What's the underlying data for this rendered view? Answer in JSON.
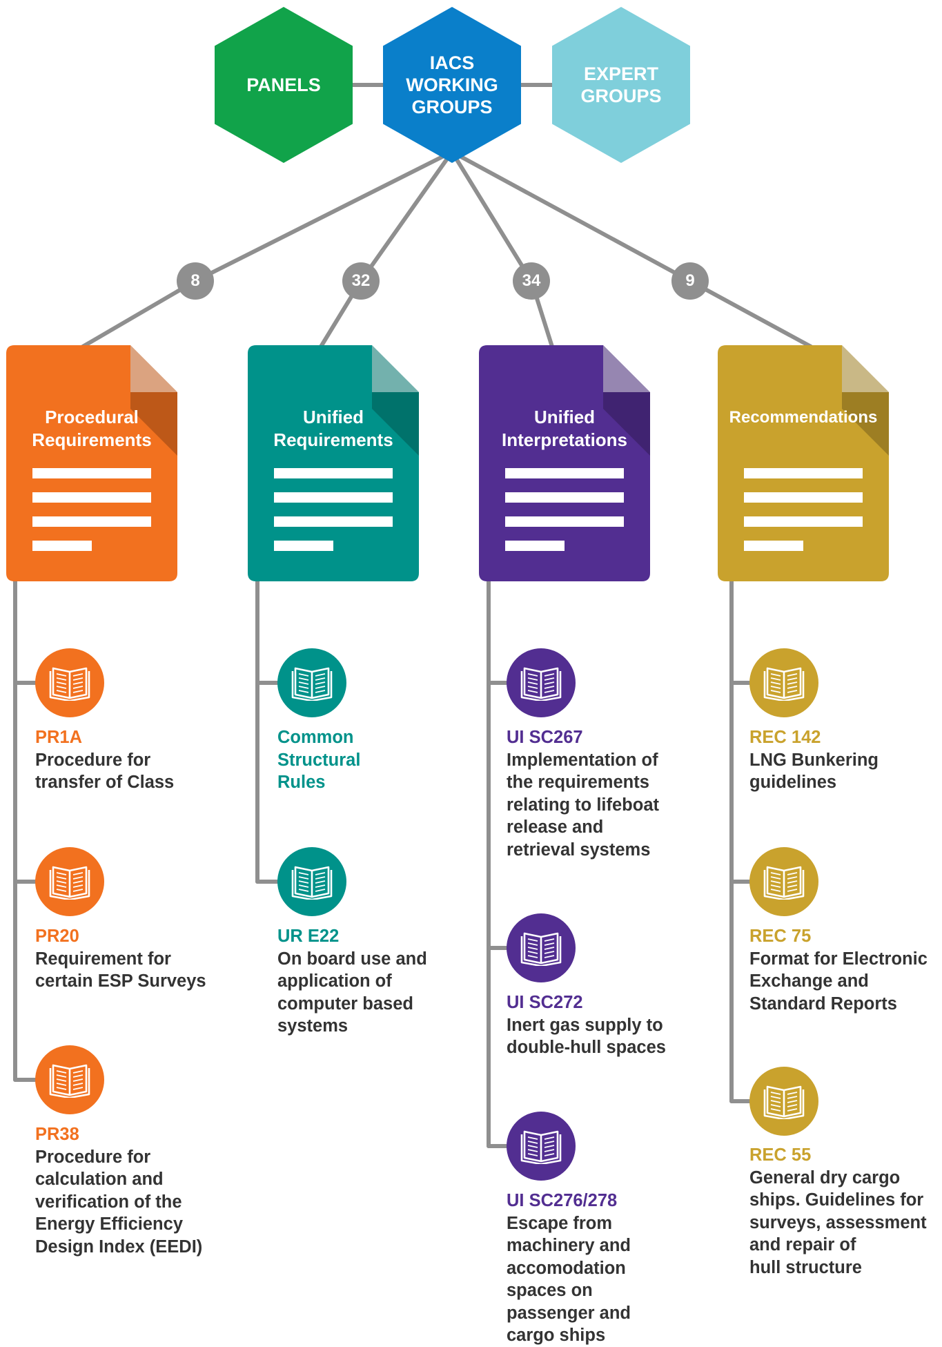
{
  "colors": {
    "panels": "#11a34a",
    "working_groups": "#0a7fca",
    "expert_groups": "#7fcfdb",
    "connector": "#8f8f8f",
    "procedural": "#f2711f",
    "unified_req": "#00928a",
    "unified_int": "#522e91",
    "recommendations": "#c9a22d"
  },
  "header": {
    "panels": "PANELS",
    "working_groups": "IACS\nWORKING\nGROUPS",
    "expert_groups": "EXPERT\nGROUPS"
  },
  "columns": [
    {
      "count": "8",
      "title": "Procedural\nRequirements",
      "icon": "open-book-icon",
      "items": [
        {
          "code": "PR1A",
          "desc": "Procedure for\ntransfer of Class"
        },
        {
          "code": "PR20",
          "desc": "Requirement for\ncertain ESP Surveys"
        },
        {
          "code": "PR38",
          "desc": "Procedure for\ncalculation and\nverification of the\nEnergy Efficiency\nDesign Index (EEDI)"
        }
      ]
    },
    {
      "count": "32",
      "title": "Unified\nRequirements",
      "icon": "open-book-icon",
      "items": [
        {
          "code": "Common\nStructural\nRules",
          "desc": ""
        },
        {
          "code": "UR E22",
          "desc": "On board use and\napplication of\ncomputer based\nsystems"
        }
      ]
    },
    {
      "count": "34",
      "title": "Unified\nInterpretations",
      "icon": "open-book-icon",
      "items": [
        {
          "code": "UI SC267",
          "desc": "Implementation of\nthe requirements\nrelating to lifeboat\nrelease and\nretrieval systems"
        },
        {
          "code": "UI SC272",
          "desc": "Inert gas supply to\ndouble-hull spaces"
        },
        {
          "code": "UI SC276/278",
          "desc": "Escape from\nmachinery and\naccomodation\nspaces on\npassenger and\ncargo ships"
        }
      ]
    },
    {
      "count": "9",
      "title": "Recommendations",
      "icon": "open-book-icon",
      "items": [
        {
          "code": "REC 142",
          "desc": "LNG Bunkering\nguidelines"
        },
        {
          "code": "REC 75",
          "desc": "Format for Electronic\nExchange and\nStandard Reports"
        },
        {
          "code": "REC 55",
          "desc": "General dry cargo\nships. Guidelines for\nsurveys, assessment\nand repair of\nhull structure"
        }
      ]
    }
  ]
}
